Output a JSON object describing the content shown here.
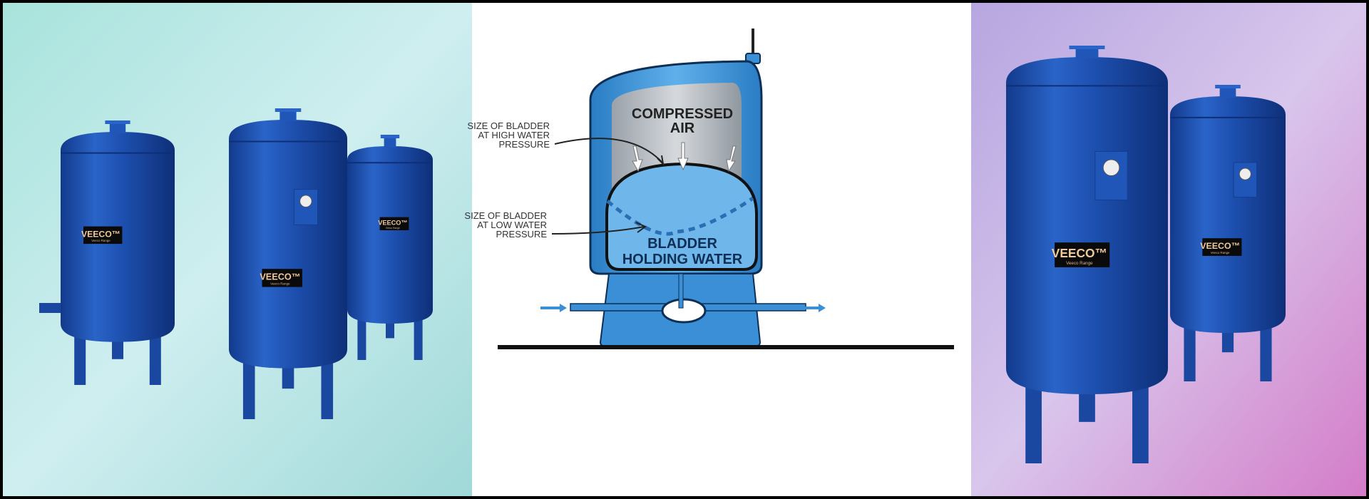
{
  "brand": {
    "logo": "VEECO",
    "tm": "™",
    "sub": "Veeco Range"
  },
  "diagram": {
    "top_label_1": "COMPRESSED",
    "top_label_2": "AIR",
    "bottom_label_1": "BLADDER",
    "bottom_label_2": "HOLDING WATER",
    "high_label": [
      "SIZE OF BLADDER",
      "AT HIGH WATER",
      "PRESSURE"
    ],
    "low_label": [
      "SIZE OF BLADDER",
      "AT LOW WATER",
      "PRESSURE"
    ]
  },
  "colors": {
    "tank_blue": "#1c4fae",
    "diagram_blue": "#3a8fd6",
    "water": "#6fb7ea",
    "air": "#b9bfc6"
  }
}
